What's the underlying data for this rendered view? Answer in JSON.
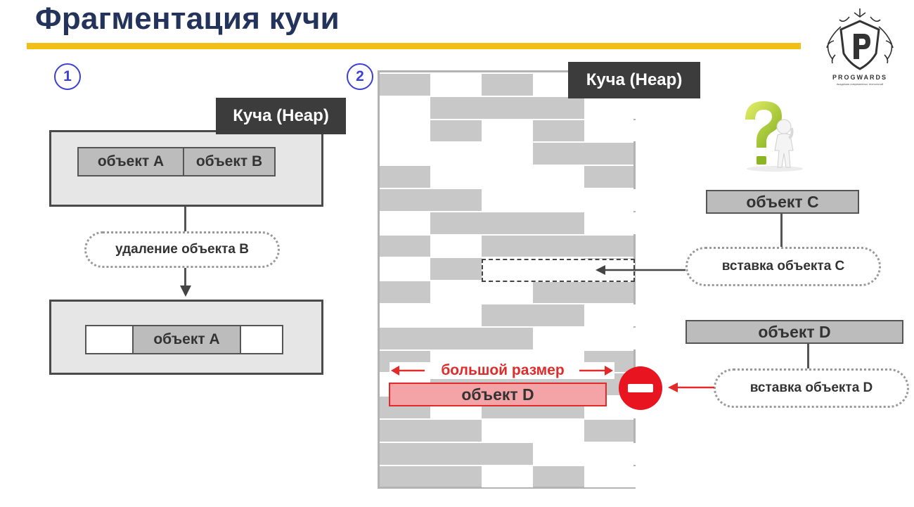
{
  "title": "Фрагментация кучи",
  "logo": {
    "text": "PROGWARDS",
    "tagline": "Академия современных технологий"
  },
  "panel1": {
    "number": "1",
    "heap_label": "Куча (Heap)",
    "before": {
      "cell_a": "объект A",
      "cell_b": "объект B"
    },
    "action": "удаление объекта B",
    "after": {
      "cell_a": "объект A"
    }
  },
  "panel2": {
    "number": "2",
    "heap_label": "Куча (Heap)",
    "object_c": "объект C",
    "insert_c": "вставка объекта C",
    "object_d": "объект D",
    "insert_d": "вставка объекта D",
    "big_size": "большой размер",
    "object_d_failed": "объект D"
  },
  "colors": {
    "title": "#23335b",
    "accent": "#f2bf17",
    "number": "#3d3fd6",
    "error": "#e12a2a",
    "cell_gray": "#c8c8c8"
  },
  "icons": [
    "question-figure-icon",
    "no-entry-icon",
    "progwards-logo"
  ]
}
